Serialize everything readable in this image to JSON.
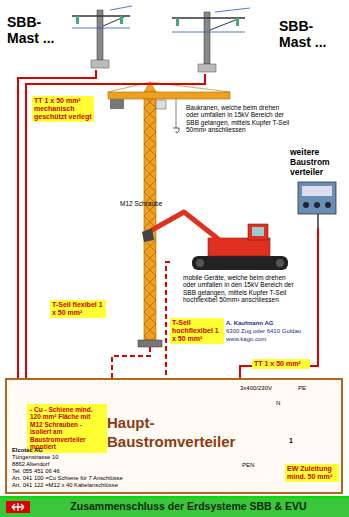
{
  "diagram": {
    "caption": "Zusammenschluss der Erdsysteme SBB & EVU",
    "nodes": [
      {
        "text": [
          "SBB-Mast ..."
        ]
      },
      {
        "text": [
          "SBB-Mast ..."
        ]
      },
      {
        "text": [
          "Baukranen, welche beim drehen oder umfallen in 15kV Bereich der SBB gelangen, mittels Kupfer T-Seil 50mm² anschliessen"
        ]
      },
      {
        "text": [
          "mobile Geräte, welche beim drehen oder umfallen in den 15kV Bereich der SBB gelangen, mittels Kupfer T-Seil hochflexibel 50mm² anschliessen"
        ]
      },
      {
        "text": [
          "weitere Baustrom verteiler"
        ]
      },
      {
        "text": [
          "Haupt- Baustromverteiler"
        ]
      },
      {
        "text": [
          "- Cu - Schiene mind. 120 mm² Fläche mit M12 Schrauben - isoliert am Baustromverteiler montiert"
        ],
        "in": 5
      }
    ],
    "edges": [
      {
        "from": 0,
        "to": 5,
        "arrow": "none",
        "label": "TT 1 x 50 mm² mechanisch geschützt verlegt"
      },
      {
        "from": 1,
        "to": 5,
        "arrow": "none"
      },
      {
        "from": 2,
        "to": 5,
        "arrow": "none",
        "label": "T-Seil flexibel 1 x 50 mm²"
      },
      {
        "from": 3,
        "to": 5,
        "arrow": "none",
        "label": "T-Seil hochflexibel 1 x 50 mm²"
      },
      {
        "from": 4,
        "to": 5,
        "arrow": "none",
        "label": "TT 1 x 50 mm²"
      }
    ],
    "labels": [
      "M12 Schraube",
      "A. Kaufmann AG",
      "6300 Zug oder 6410 Goldau",
      "www.kago.com",
      "Elcotec AG",
      "Tüngenstrasse 10",
      "8862 Altendorf",
      "Tel. 055 451 06 46",
      "Art. 041 100 =Cu Schiene für 7 Anschlüsse",
      "Art. 041 122 =M12 x 40 Kabelanschlüsse",
      "3x400/230V",
      "PE",
      "N",
      "1",
      "PEN",
      "EW Zuleitung mind. 50 mm²"
    ]
  }
}
